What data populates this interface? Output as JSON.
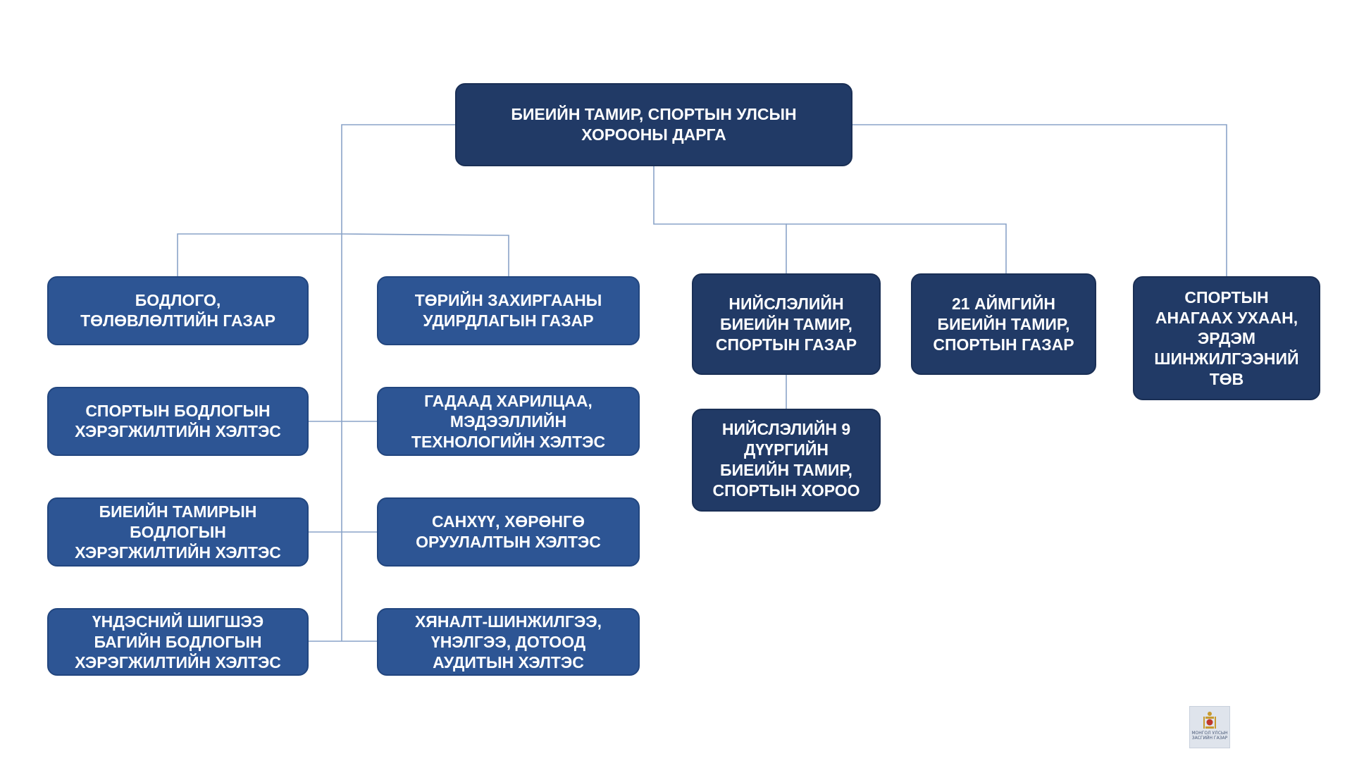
{
  "diagram": {
    "head": "БИЕИЙН ТАМИР, СПОРТЫН УЛСЫН\nХОРООНЫ ДАРГА",
    "left_column": [
      "БОДЛОГО,\nТӨЛӨВЛӨЛТИЙН ГАЗАР",
      "СПОРТЫН БОДЛОГЫН\nХЭРЭГЖИЛТИЙН ХЭЛТЭС",
      "БИЕИЙН ТАМИРЫН\nБОДЛОГЫН\nХЭРЭГЖИЛТИЙН ХЭЛТЭС",
      "ҮНДЭСНИЙ ШИГШЭЭ\nБАГИЙН БОДЛОГЫН\nХЭРЭГЖИЛТИЙН ХЭЛТЭС"
    ],
    "right_column": [
      "ТӨРИЙН ЗАХИРГААНЫ\nУДИРДЛАГЫН ГАЗАР",
      "ГАДААД ХАРИЛЦАА,\nМЭДЭЭЛЛИЙН\nТЕХНОЛОГИЙН ХЭЛТЭС",
      "САНХҮҮ, ХӨРӨНГӨ\nОРУУЛАЛТЫН ХЭЛТЭС",
      "ХЯНАЛТ-ШИНЖИЛГЭЭ,\nҮНЭЛГЭЭ, ДОТООД\nАУДИТЫН ХЭЛТЭС"
    ],
    "capital_agency": "НИЙСЛЭЛИЙН\nБИЕИЙН ТАМИР,\nСПОРТЫН ГАЗАР",
    "district_committees": "НИЙСЛЭЛИЙН 9\nДҮҮРГИЙН\nБИЕИЙН ТАМИР,\nСПОРТЫН ХОРОО",
    "aimag_agencies": "21 АЙМГИЙН\nБИЕИЙН ТАМИР,\nСПОРТЫН ГАЗАР",
    "sports_medicine_center": "СПОРТЫН\nАНАГААХ УХААН,\nЭРДЭМ\nШИНЖИЛГЭЭНИЙ\nТӨВ"
  },
  "logo": {
    "text": "МОНГОЛ УЛСЫН\nЗАСГИЙН ГАЗАР"
  },
  "colors": {
    "dark_box": "#213a66",
    "mid_box": "#2d5594",
    "connector": "#8aa3c8"
  }
}
